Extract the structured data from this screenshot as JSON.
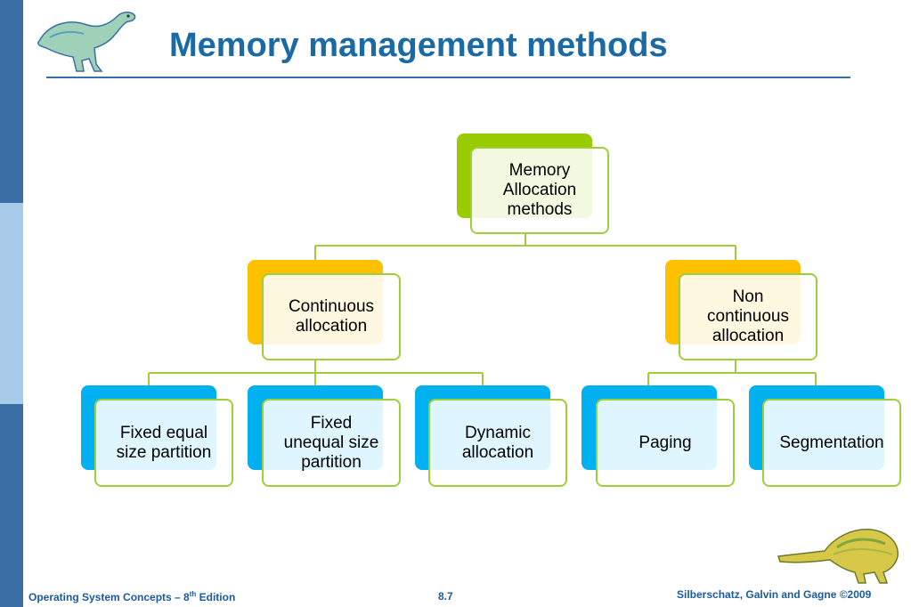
{
  "slide": {
    "title": "Memory management methods"
  },
  "diagram": {
    "root": "Memory\nAllocation\nmethods",
    "level1": [
      "Continuous\nallocation",
      "Non\ncontinuous\nallocation"
    ],
    "level2_continuous": [
      "Fixed equal\nsize partition",
      "Fixed\nunequal size\npartition",
      "Dynamic\nallocation"
    ],
    "level2_noncontinuous": [
      "Paging",
      "Segmentation"
    ]
  },
  "colors": {
    "root_accent": "#99cc00",
    "level1_accent": "#ffc000",
    "level2_accent": "#00b0f0",
    "border": "#9fce3c",
    "connector": "#9fce3c",
    "title": "#1a6aa6"
  },
  "footer": {
    "book_prefix": "Operating System Concepts – 8",
    "book_sup": "th",
    "book_suffix": " Edition",
    "page": "8.7",
    "copyright": "Silberschatz, Galvin and Gagne ©2009"
  }
}
